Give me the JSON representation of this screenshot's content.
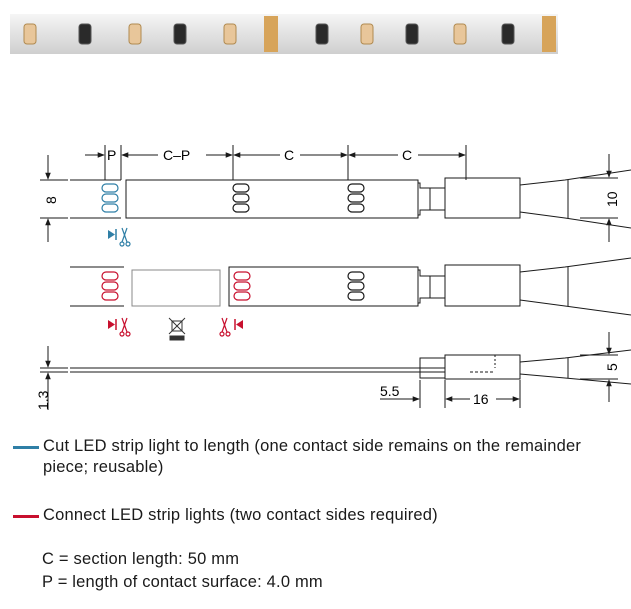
{
  "colors": {
    "cut": "#2f7fa6",
    "connect": "#c8102e",
    "line": "#1a1a1a",
    "photo_bg": "#e4e4e4",
    "led_warm": "#e8c69a",
    "led_amber": "#d7a45a"
  },
  "icons": [
    "cut-led-icon",
    "scissors-icon",
    "no-disposal-icon"
  ],
  "dimensions": {
    "p": "P",
    "c_minus_p": "C–P",
    "c": "C",
    "height_8": "8",
    "height_10": "10",
    "height_5": "5",
    "thickness_1_3": "1.3",
    "offset_5_5": "5.5",
    "connector_16": "16"
  },
  "legend": {
    "cut_text": "Cut LED strip light to length (one contact side remains on the remainder piece; reusable)",
    "connect_text": "Connect LED strip lights (two contact sides required)"
  },
  "notes": {
    "c_def": "C = section length: 50 mm",
    "p_def": "P = length of contact surface: 4.0 mm"
  }
}
